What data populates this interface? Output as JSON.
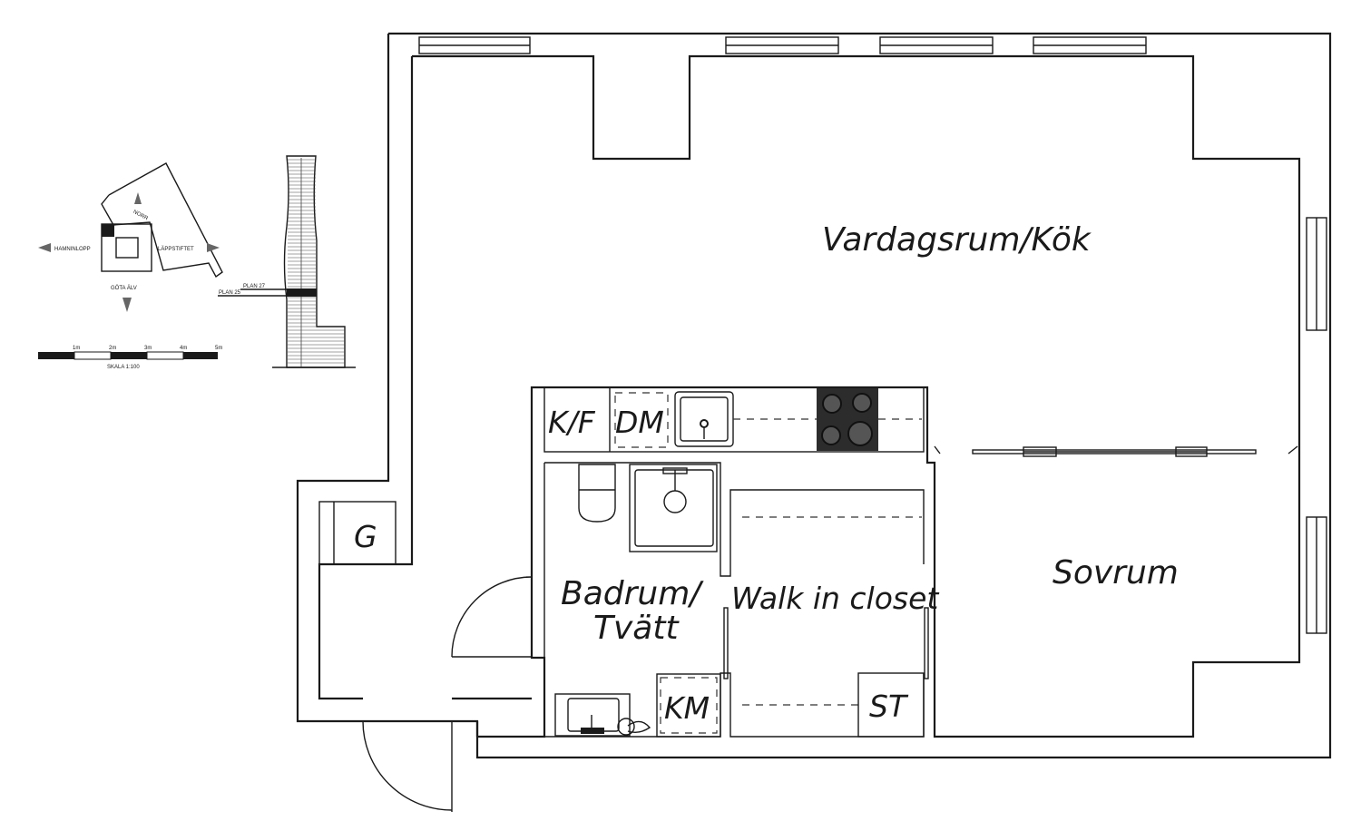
{
  "rooms": {
    "living": "Vardagsrum/Kök",
    "bedroom": "Sovrum",
    "bath_line1": "Badrum/",
    "bath_line2": "Tvätt",
    "closet": "Walk in closet"
  },
  "fixtures": {
    "fridge": "K/F",
    "dishwasher": "DM",
    "wardrobe": "G",
    "washer": "KM",
    "storage": "ST"
  },
  "site_plan": {
    "north": "NORR",
    "west": "HAMNINLOPP",
    "east": "LÄPPSTIFTET",
    "south": "GÖTA ÄLV"
  },
  "elevation": {
    "floor_upper": "PLAN 27",
    "floor_lower": "PLAN 25"
  },
  "scale_bar": {
    "ticks": [
      "1m",
      "2m",
      "3m",
      "4m",
      "5m"
    ],
    "caption": "SKALA 1:100"
  }
}
